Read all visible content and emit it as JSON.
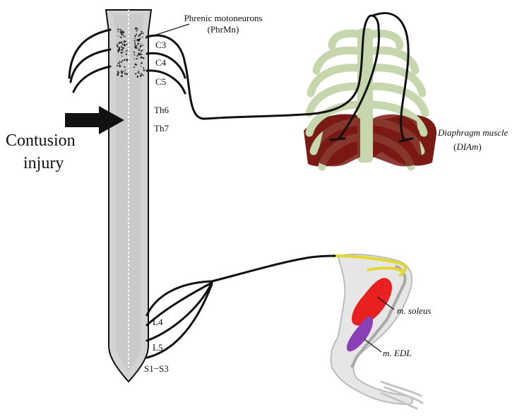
{
  "labels": {
    "phrenic_line1": "Phrenic motoneurons",
    "phrenic_line2": "(PhrMn)",
    "c3": "C3",
    "c4": "C4",
    "c5": "C5",
    "th6": "Th6",
    "th7": "Th7",
    "injury_line1": "Contusion",
    "injury_line2": "injury",
    "diaphragm_line1": "Diaphragm muscle",
    "diaphragm_line2_open": "(",
    "diaphragm_line2_abbr": "DIAm",
    "diaphragm_line2_close": ")",
    "l4": "L4",
    "l5": "L5",
    "s1s3": "S1−S3",
    "soleus": "m. soleus",
    "edl": "m. EDL"
  },
  "colors": {
    "cord_fill": "#d3d3d3",
    "cord_outline": "#111111",
    "ribs": "#c6d6ad",
    "diaphragm": "#7a1a14",
    "soleus": "#e82020",
    "edl": "#8a3fb5",
    "leg_outline": "#cfcfcf",
    "sciatic": "#e2d830"
  }
}
